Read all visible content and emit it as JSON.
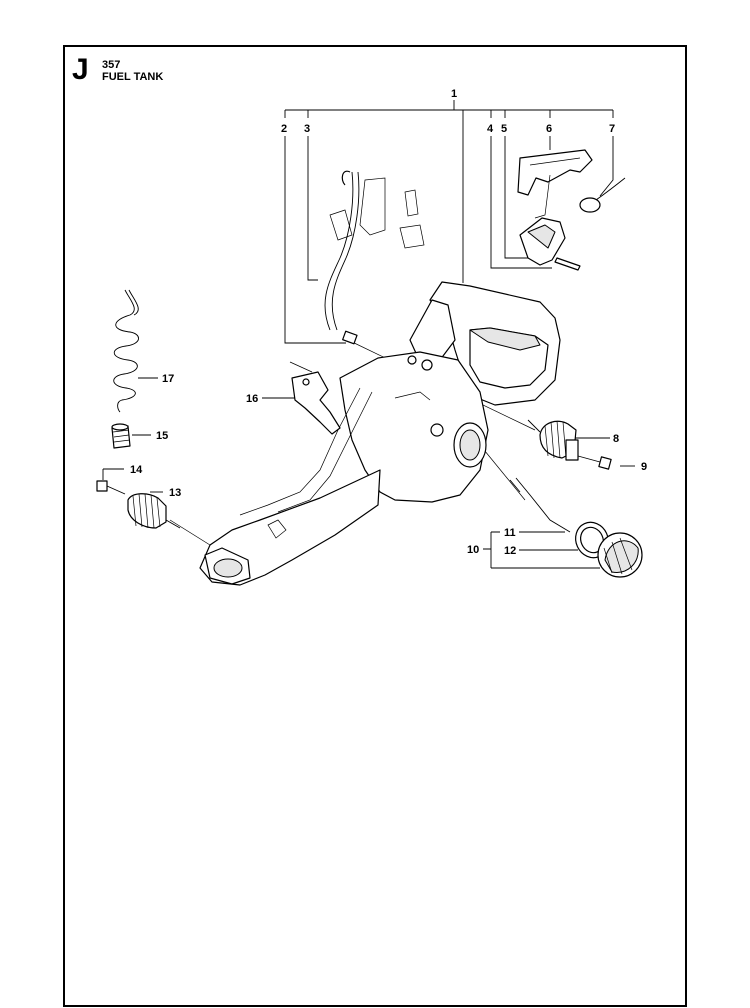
{
  "header": {
    "section_letter": "J",
    "model_number": "357",
    "section_title": "FUEL TANK"
  },
  "callouts": {
    "c1": "1",
    "c2": "2",
    "c3": "3",
    "c4": "4",
    "c5": "5",
    "c6": "6",
    "c7": "7",
    "c8": "8",
    "c9": "9",
    "c10": "10",
    "c11": "11",
    "c12": "12",
    "c13": "13",
    "c14": "14",
    "c15": "15",
    "c16": "16",
    "c17": "17"
  }
}
